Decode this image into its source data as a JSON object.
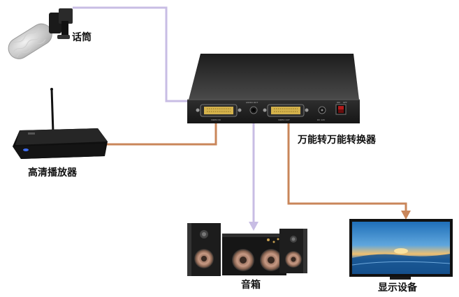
{
  "labels": {
    "microphone": "话筒",
    "player": "高清播放器",
    "converter": "万能转万能转换器",
    "speakers": "音箱",
    "display": "显示设备"
  },
  "converter_ports": [
    "AUDIO OUT",
    "VIDEO IN",
    "VIDEO OUT",
    "DC 12V",
    "ON",
    "OFF"
  ],
  "colors": {
    "audio_line": "#c8bde4",
    "video_line": "#c9865a",
    "converter_body": "#2b2b2b",
    "dvi_connector": "#d4b24c"
  }
}
